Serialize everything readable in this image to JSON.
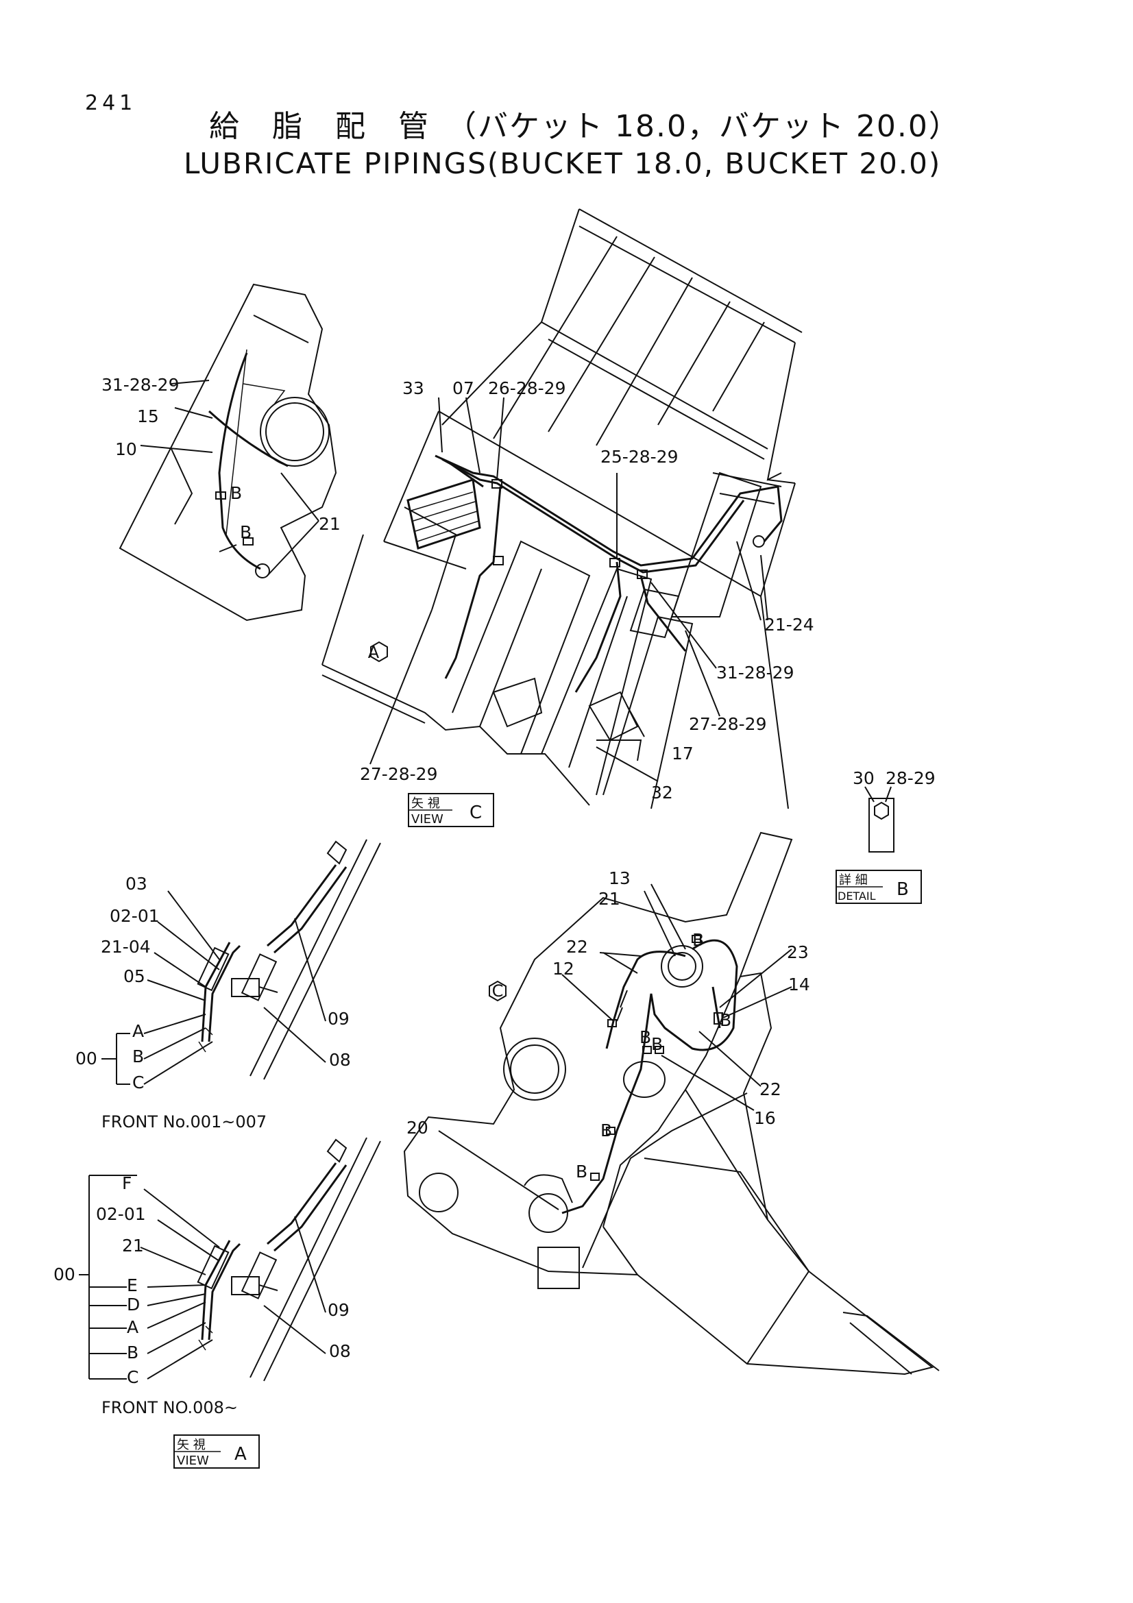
{
  "header": {
    "page_number": "241",
    "title_jp": "給　脂　配　管　（バケット 18.0，バケット 20.0）",
    "title_en": "LUBRICATE PIPINGS(BUCKET 18.0, BUCKET 20.0)"
  },
  "view_a_top": {
    "labels": [
      "31-28-29",
      "15",
      "10",
      "B",
      "B",
      "21"
    ]
  },
  "view_c": {
    "labels": [
      "33",
      "07",
      "26-28-29",
      "25-28-29",
      "21-24",
      "31-28-29",
      "27-28-29",
      "17",
      "27-28-29",
      "32"
    ],
    "marker": "A",
    "caption_jp": "矢 視",
    "caption_en": "VIEW",
    "caption_letter": "C"
  },
  "detail_b": {
    "labels": [
      "30",
      "28-29"
    ],
    "caption_jp": "詳 細",
    "caption_en": "DETAIL",
    "caption_letter": "B"
  },
  "front_early": {
    "labels": [
      "03",
      "02-01",
      "21-04",
      "05",
      "A",
      "00",
      "B",
      "C",
      "09",
      "08"
    ],
    "caption": "FRONT No.001~007"
  },
  "front_late": {
    "labels": [
      "F",
      "02-01",
      "21",
      "00",
      "E",
      "D",
      "A",
      "B",
      "C",
      "09",
      "08"
    ],
    "caption": "FRONT NO.008~",
    "view_caption_jp": "矢 視",
    "view_caption_en": "VIEW",
    "view_caption_letter": "A"
  },
  "bucket_view": {
    "labels": [
      "13",
      "21",
      "22",
      "12",
      "B",
      "23",
      "14",
      "B",
      "B",
      "B",
      "22",
      "16",
      "20",
      "B",
      "B"
    ],
    "marker": "C"
  }
}
